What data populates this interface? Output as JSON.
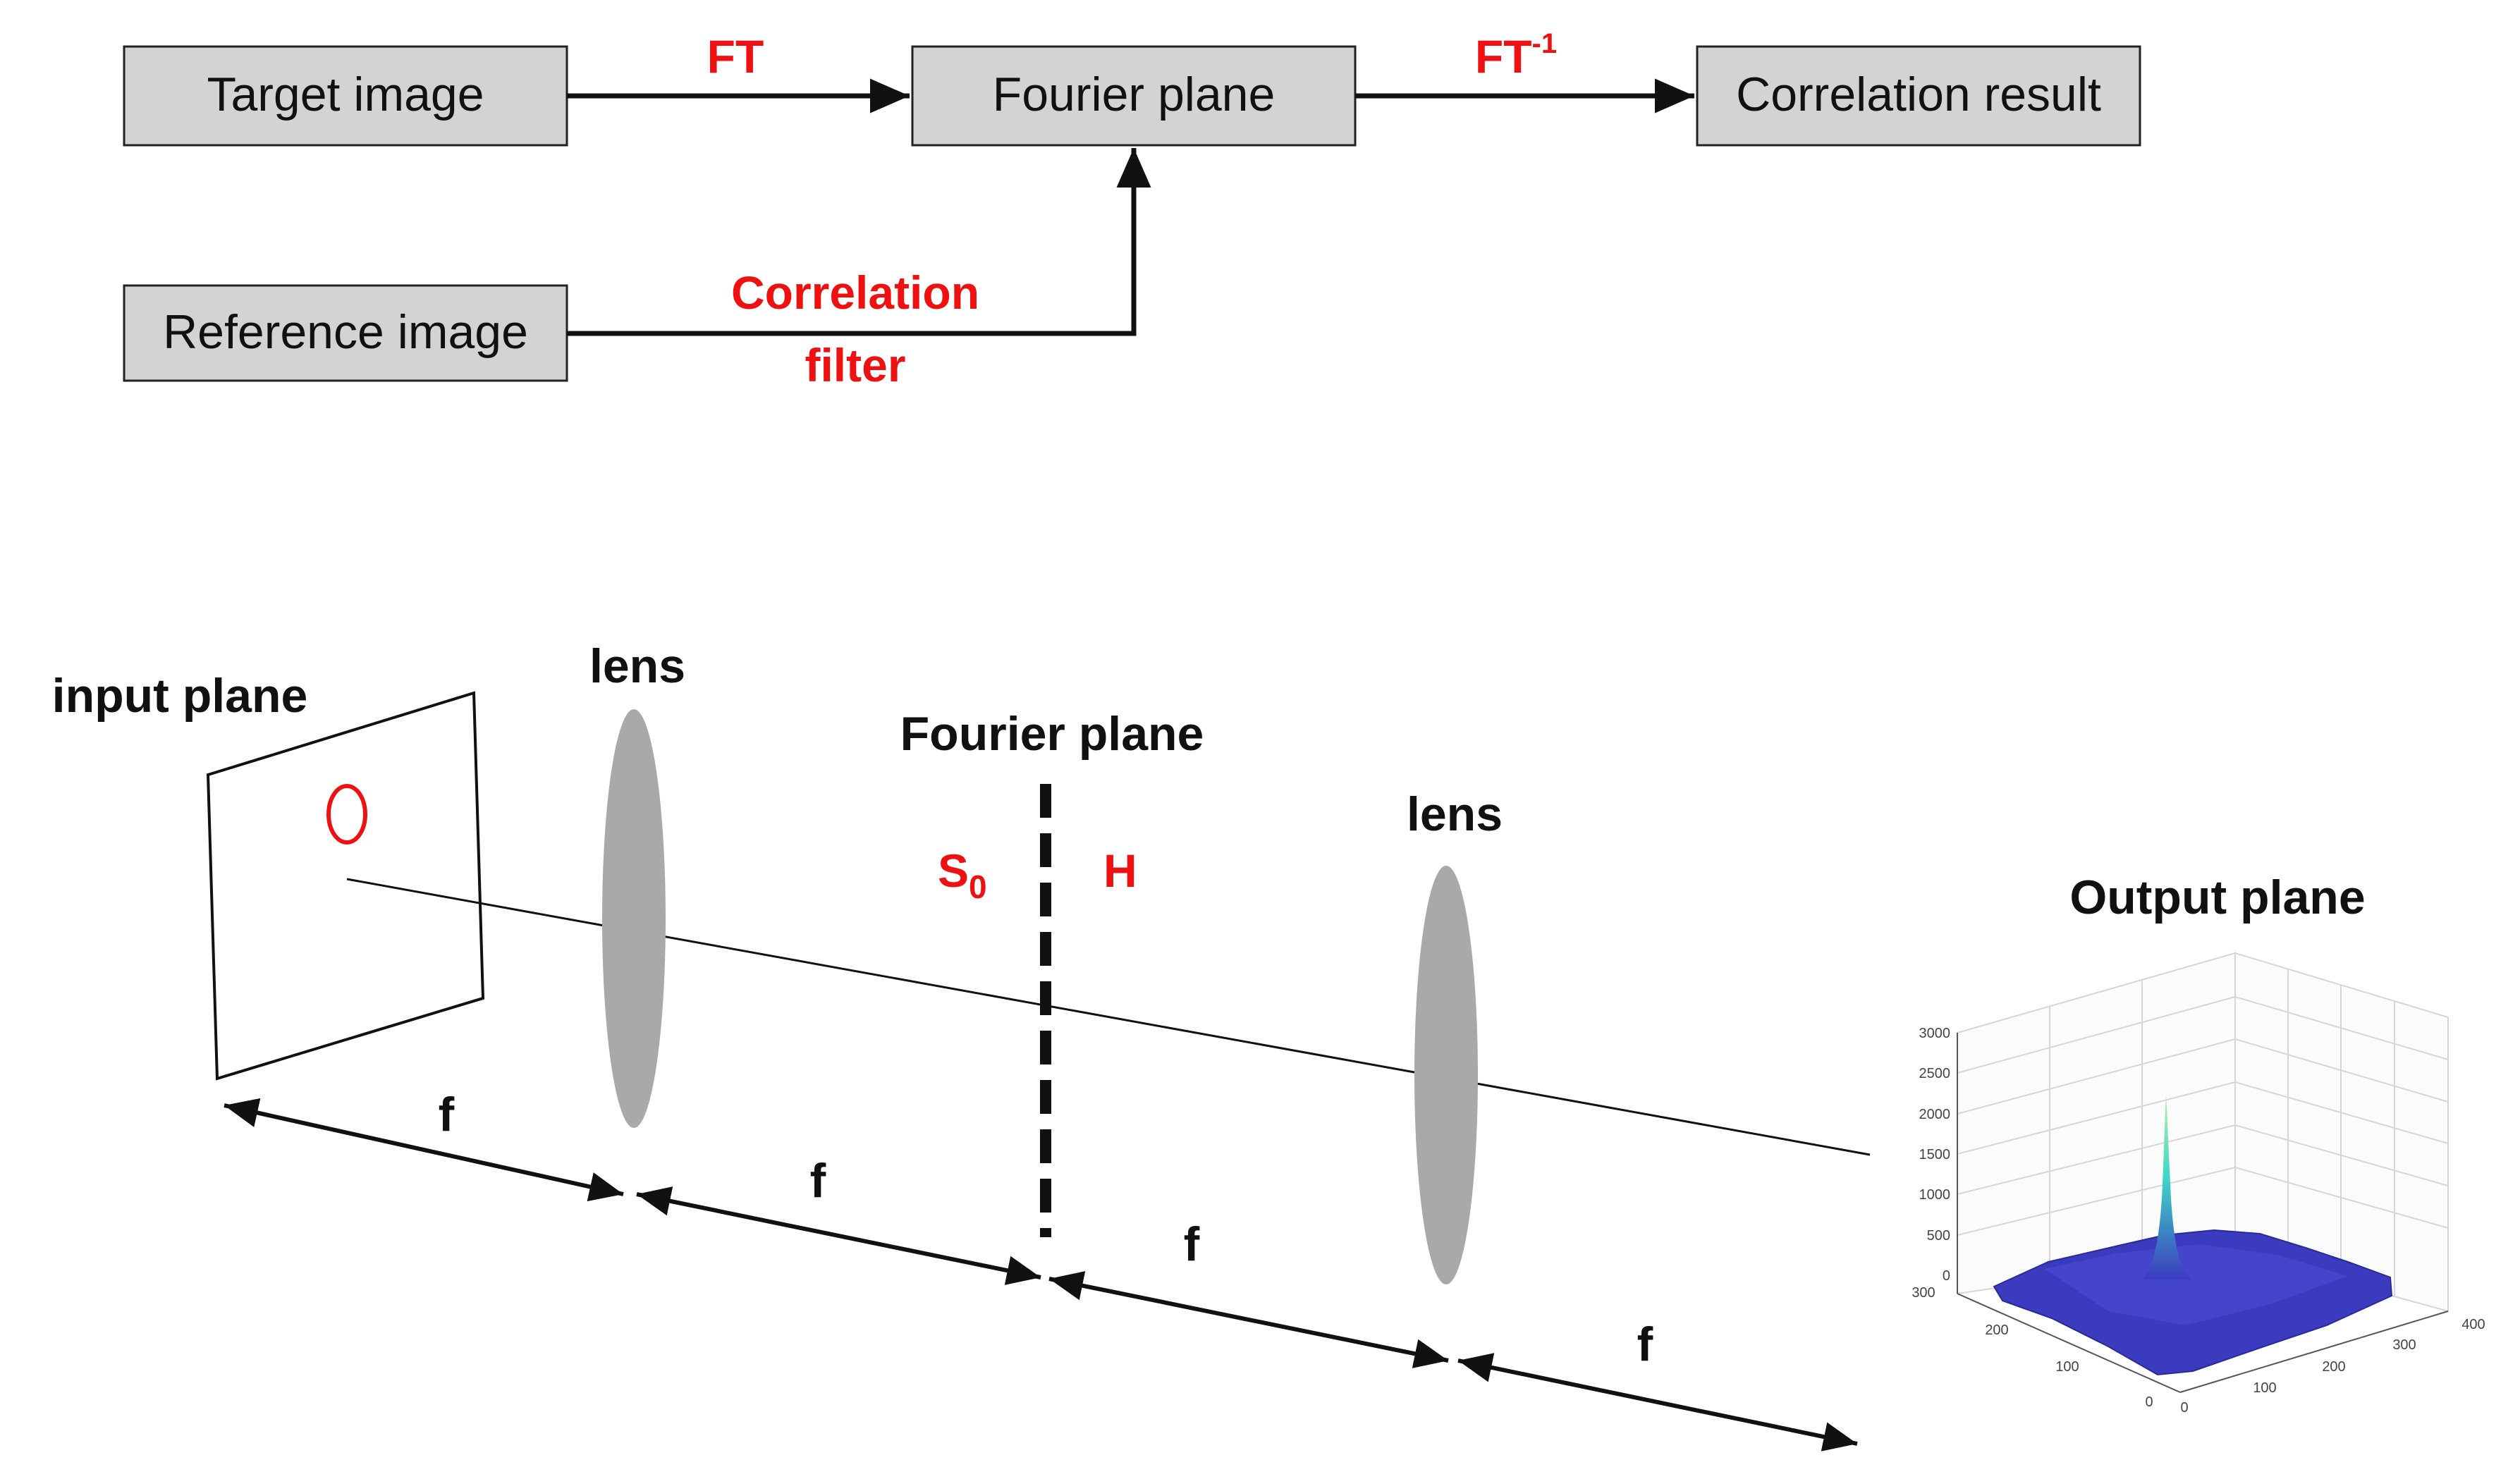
{
  "flow": {
    "boxes": {
      "target": "Target image",
      "fourier": "Fourier plane",
      "correlation": "Correlation result",
      "reference": "Reference image"
    },
    "ft_label": "FT",
    "ift_label_base": "FT",
    "ift_label_sup": "-1",
    "filter_label_line1": "Correlation",
    "filter_label_line2": "filter"
  },
  "optics": {
    "input_plane": "input plane",
    "lens1": "lens",
    "fourier_plane": "Fourier plane",
    "s_label": "S",
    "s_sub": "0",
    "h_label": "H",
    "lens2": "lens",
    "output_plane": "Output plane",
    "distances": [
      "f",
      "f",
      "f",
      "f"
    ]
  },
  "plot": {
    "z_ticks": [
      "3000",
      "2500",
      "2000",
      "1500",
      "1000",
      "500",
      "0"
    ],
    "y_ticks": [
      "300",
      "200",
      "100",
      "0"
    ],
    "x_ticks": [
      "0",
      "100",
      "200",
      "300",
      "400"
    ]
  },
  "colors": {
    "accent_red": "#ee1111",
    "box_fill": "#d3d3d3",
    "lens_fill": "#a9a9a9",
    "surface_blue": "#3b3bbf",
    "peak_cyan": "#3fd6c8"
  }
}
